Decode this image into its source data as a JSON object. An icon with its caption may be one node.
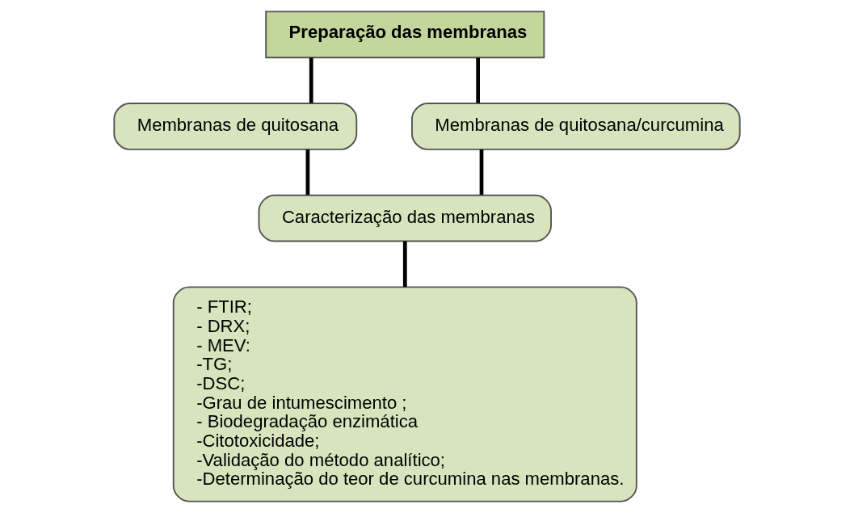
{
  "diagram": {
    "nodes": [
      {
        "text": [
          "Preparação das membranas"
        ]
      },
      {
        "text": [
          "Membranas de quitosana"
        ]
      },
      {
        "text": [
          "Membranas de quitosana/curcumina"
        ]
      },
      {
        "text": [
          "Caracterização das membranas"
        ]
      },
      {
        "text": [
          "- FTIR;",
          "- DRX;",
          "- MEV:",
          "-TG;",
          "-DSC;",
          "-Grau de intumescimento ;",
          "- Biodegradação enzimática",
          "-Citotoxicidade;",
          "-Validação do método analítico;",
          "-Determinação do teor de curcumina nas membranas."
        ]
      }
    ],
    "edges": [
      {
        "from": 0,
        "to": 1,
        "arrow": "none"
      },
      {
        "from": 0,
        "to": 2,
        "arrow": "none"
      },
      {
        "from": 1,
        "to": 3,
        "arrow": "none"
      },
      {
        "from": 2,
        "to": 3,
        "arrow": "none"
      },
      {
        "from": 3,
        "to": 4,
        "arrow": "none"
      }
    ]
  }
}
